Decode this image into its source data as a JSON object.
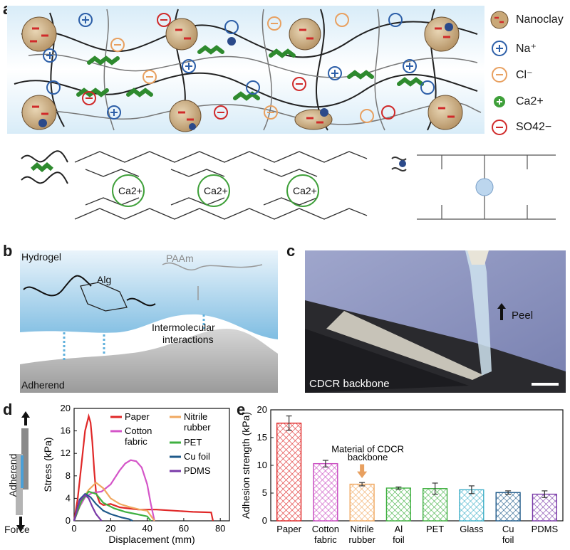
{
  "panels": {
    "a": "a",
    "b": "b",
    "c": "c",
    "d": "d",
    "e": "e"
  },
  "panel_a": {
    "legend": [
      {
        "icon": "nanoclay-icon",
        "label": "Nanoclay"
      },
      {
        "icon": "na-ion-icon",
        "label": "Na⁺"
      },
      {
        "icon": "cl-ion-icon",
        "label": "Cl⁻"
      },
      {
        "icon": "ca-ion-icon",
        "label": "Ca2+"
      },
      {
        "icon": "so4-ion-icon",
        "label": "SO42−"
      }
    ],
    "ca_labels": [
      "Ca2+",
      "Ca2+",
      "Ca2+"
    ],
    "colors": {
      "na": "#2d5fa8",
      "cl": "#e8a060",
      "ca": "#3fa03a",
      "so4": "#d02a2a",
      "network_bg": "#cfe6f6"
    }
  },
  "panel_b": {
    "hydrogel": "Hydrogel",
    "alg": "Alg",
    "paam": "PAAm",
    "interactions": "Intermolecular interactions",
    "adherend": "Adherend"
  },
  "panel_c": {
    "peel": "Peel",
    "caption": "CDCR backbone"
  },
  "panel_d_inset": {
    "adherend": "Adherend",
    "force": "Force"
  },
  "chart_data": [
    {
      "type": "line",
      "xlabel": "Displacement (mm)",
      "ylabel": "Stress (kPa)",
      "xlim": [
        0,
        85
      ],
      "ylim": [
        0,
        20
      ],
      "xticks": [
        0,
        20,
        40,
        60,
        80
      ],
      "yticks": [
        0,
        4,
        8,
        12,
        16,
        20
      ],
      "legend": "top-right, two columns",
      "series": [
        {
          "name": "Paper",
          "color": "#e02828",
          "x": [
            0,
            2,
            4,
            6,
            8,
            9,
            10,
            11,
            12,
            14,
            16,
            20,
            25,
            30,
            35,
            45,
            55,
            65,
            75,
            76
          ],
          "y": [
            0,
            4,
            10,
            16,
            18.6,
            17.5,
            14,
            9,
            5,
            3.2,
            2.8,
            3.0,
            2.4,
            2.2,
            2.0,
            2.0,
            1.8,
            1.6,
            1.5,
            0
          ]
        },
        {
          "name": "Cotton fabric",
          "color": "#d455c8",
          "x": [
            0,
            3,
            6,
            10,
            15,
            20,
            25,
            28,
            31,
            34,
            37,
            40,
            42,
            44
          ],
          "y": [
            0,
            2.5,
            4.2,
            5.0,
            5.2,
            6.5,
            9.0,
            10.2,
            10.8,
            10.6,
            9.5,
            6.5,
            3,
            0
          ]
        },
        {
          "name": "Nitrile rubber",
          "color": "#f0a860",
          "x": [
            0,
            4,
            8,
            12,
            16,
            20,
            25,
            30,
            36,
            40,
            44
          ],
          "y": [
            0,
            3.5,
            5.5,
            6.8,
            5.8,
            4.0,
            3.0,
            2.5,
            2.0,
            1.8,
            0
          ]
        },
        {
          "name": "PET",
          "color": "#3fb040",
          "x": [
            0,
            4,
            8,
            12,
            16,
            22,
            28,
            34,
            40,
            42
          ],
          "y": [
            0,
            3.5,
            5.2,
            4.8,
            3.2,
            2.2,
            1.6,
            1.2,
            0.8,
            0
          ]
        },
        {
          "name": "Cu foil",
          "color": "#1f5a8a",
          "x": [
            0,
            3,
            6,
            9,
            12,
            16,
            20,
            26,
            30,
            32
          ],
          "y": [
            0,
            3.8,
            4.8,
            4.2,
            3.0,
            1.8,
            1.2,
            0.6,
            0.3,
            0
          ]
        },
        {
          "name": "PDMS",
          "color": "#7a3aa8",
          "x": [
            0,
            3,
            6,
            8,
            10,
            12,
            14,
            15
          ],
          "y": [
            0,
            3.5,
            4.6,
            4.0,
            2.5,
            1.2,
            0.4,
            0
          ]
        }
      ]
    },
    {
      "type": "bar",
      "ylabel": "Adhesion strength (kPa)",
      "ylim": [
        0,
        20
      ],
      "yticks": [
        0,
        5,
        10,
        15,
        20
      ],
      "categories": [
        "Paper",
        "Cotton fabric",
        "Nitrile rubber",
        "Al foil",
        "PET",
        "Glass",
        "Cu foil",
        "PDMS"
      ],
      "values": [
        17.6,
        10.3,
        6.6,
        5.9,
        5.8,
        5.6,
        5.1,
        4.8
      ],
      "errors": [
        1.3,
        0.6,
        0.3,
        0.2,
        1.0,
        0.7,
        0.3,
        0.6
      ],
      "colors": [
        "#e02828",
        "#c848c0",
        "#f0a860",
        "#3fb040",
        "#3fb040",
        "#40b0c8",
        "#1f5a8a",
        "#7a3aa8"
      ],
      "annotation": "Material of CDCR backbone"
    }
  ]
}
